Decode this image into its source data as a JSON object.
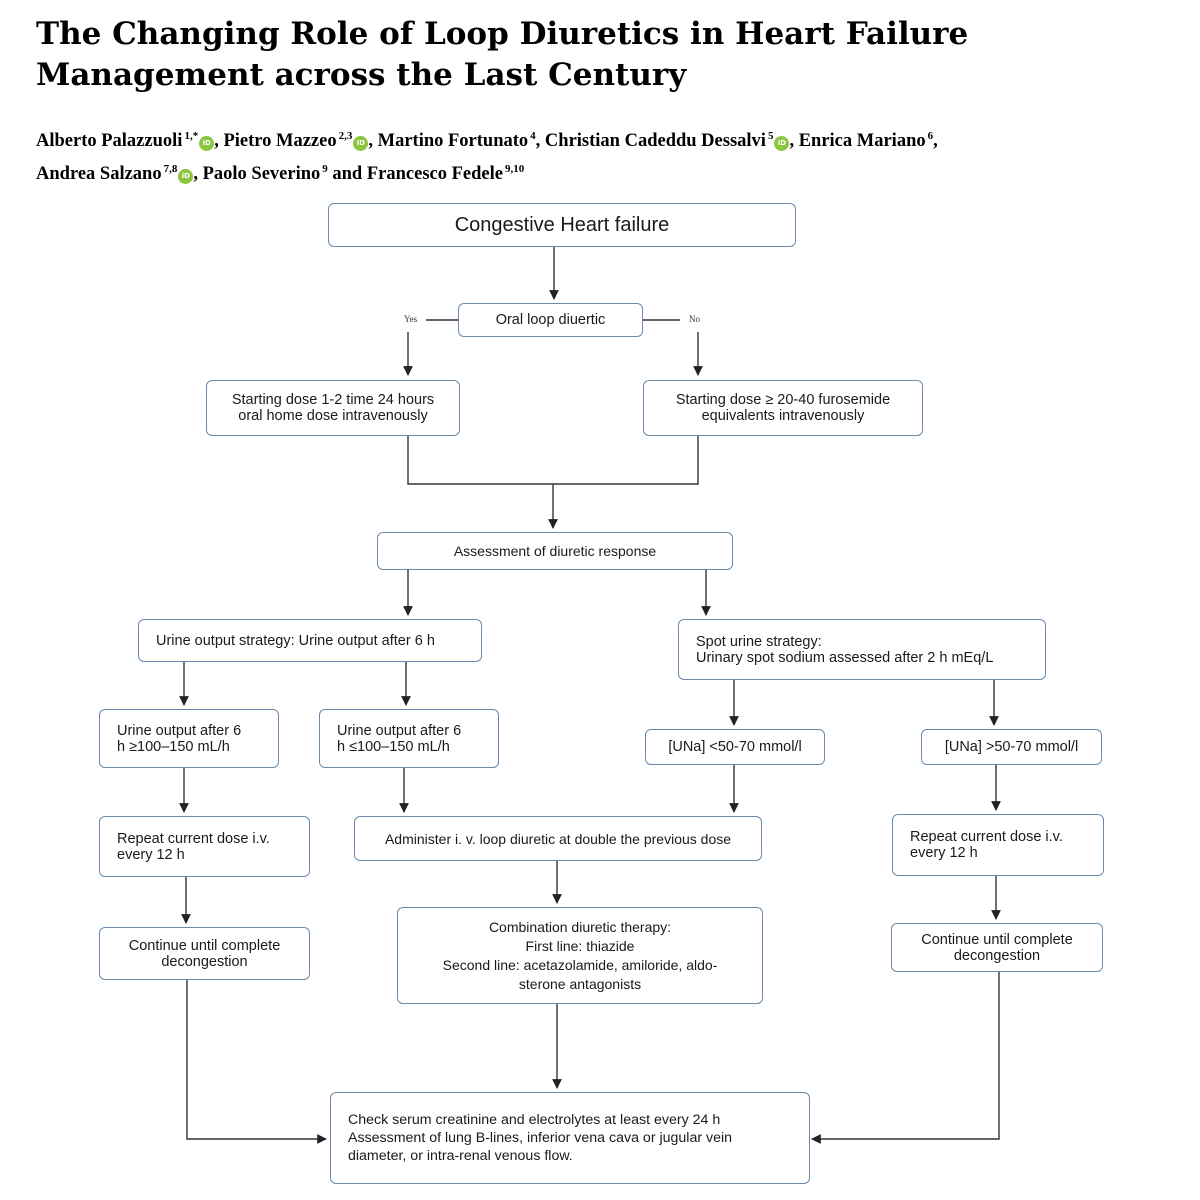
{
  "paper": {
    "title_line1": "The Changing Role of Loop Diuretics in Heart Failure",
    "title_line2": "Management across the Last Century",
    "authors": [
      {
        "name": "Alberto Palazzuoli",
        "sup": "1,*",
        "orcid": true,
        "sep": ", "
      },
      {
        "name": "Pietro Mazzeo",
        "sup": "2,3",
        "orcid": true,
        "sep": ", "
      },
      {
        "name": "Martino Fortunato",
        "sup": "4",
        "orcid": false,
        "sep": ", "
      },
      {
        "name": "Christian Cadeddu Dessalvi",
        "sup": "5",
        "orcid": true,
        "sep": ", "
      },
      {
        "name": "Enrica Mariano",
        "sup": "6",
        "orcid": false,
        "sep": ","
      },
      {
        "name": "Andrea Salzano",
        "sup": "7,8",
        "orcid": true,
        "sep": ", "
      },
      {
        "name": "Paolo Severino",
        "sup": "9",
        "orcid": false,
        "sep": " and "
      },
      {
        "name": "Francesco Fedele",
        "sup": "9,10",
        "orcid": false,
        "sep": ""
      }
    ],
    "orcid_glyph": "iD",
    "orcid_color": "#8cc63f"
  },
  "flowchart": {
    "start": "Congestive Heart failure",
    "oral": "Oral loop diuertic",
    "yes_label": "Yes",
    "no_label": "No",
    "dose_yes": [
      "Starting dose 1-2 time 24 hours",
      "oral home dose intravenously"
    ],
    "dose_no": [
      "Starting dose ≥ 20-40 furosemide",
      "equivalents intravenously"
    ],
    "assessment": "Assessment of diuretic response",
    "urine_strategy": "Urine output strategy: Urine output after 6 h",
    "spot_strategy": [
      "Spot urine strategy:",
      "Urinary spot sodium assessed after 2 h mEq/L"
    ],
    "urine_high": [
      "Urine output after 6",
      "h ≥100–150 mL/h"
    ],
    "urine_low": [
      "Urine output after 6",
      "h ≤100–150 mL/h"
    ],
    "una_low": "[UNa] <50-70 mmol/l",
    "una_high": "[UNa] >50-70 mmol/l",
    "repeat_left": [
      "Repeat current dose i.v.",
      "every 12 h"
    ],
    "double": "Administer i. v. loop diuretic at double the previous dose",
    "repeat_right": [
      "Repeat current dose i.v.",
      "every 12 h"
    ],
    "continue_left": [
      "Continue until complete",
      "decongestion"
    ],
    "combination": [
      "Combination diuretic therapy:",
      "First line: thiazide",
      "Second line: acetazolamide, amiloride, aldo-",
      "sterone antagonists"
    ],
    "continue_right": [
      "Continue until complete",
      "decongestion"
    ],
    "check": [
      "Check serum creatinine and electrolytes at least every 24 h",
      "Assessment of lung B-lines, inferior vena cava or jugular vein",
      "diameter, or intra-renal venous flow."
    ],
    "box_border_color": "#6a8aac",
    "line_color": "#333333"
  }
}
